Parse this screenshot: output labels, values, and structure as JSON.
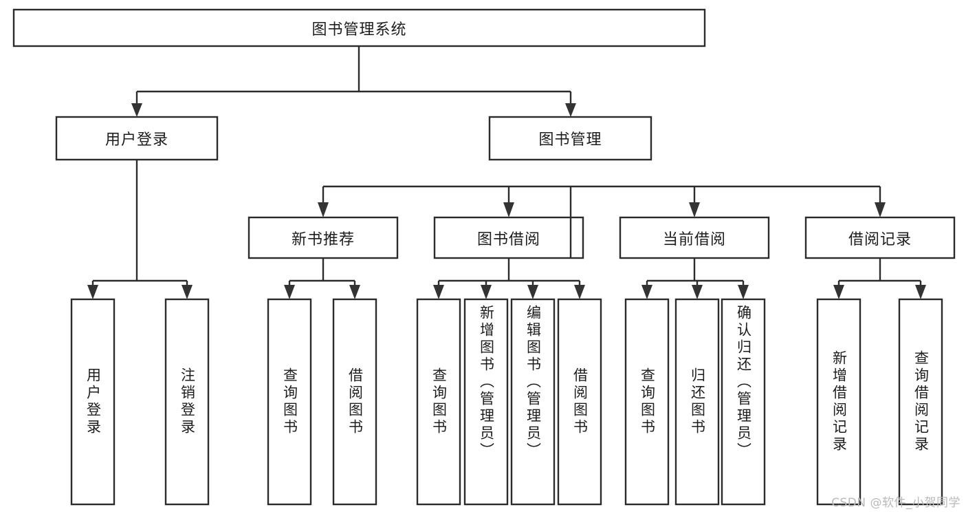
{
  "diagram": {
    "type": "tree-hierarchy-chart",
    "title": "图书管理系统",
    "orientation": "top-down",
    "box_fill": "#ffffff",
    "box_stroke": "#2b2b2b",
    "text_color": "#1d1d1d",
    "nodes": {
      "root": {
        "label": "图书管理系统",
        "level": 0,
        "orient": "horizontal"
      },
      "l1": [
        {
          "id": "user-login",
          "label": "用户登录",
          "level": 1,
          "orient": "horizontal"
        },
        {
          "id": "book-manage",
          "label": "图书管理",
          "level": 1,
          "orient": "horizontal"
        }
      ],
      "l2": [
        {
          "id": "new-book-recommend",
          "label": "新书推荐",
          "level": 2,
          "orient": "horizontal",
          "parent": "book-manage"
        },
        {
          "id": "book-borrow",
          "label": "图书借阅",
          "level": 2,
          "orient": "horizontal",
          "parent": "book-manage"
        },
        {
          "id": "current-borrow",
          "label": "当前借阅",
          "level": 2,
          "orient": "horizontal",
          "parent": "book-manage"
        },
        {
          "id": "borrow-record",
          "label": "借阅记录",
          "level": 2,
          "orient": "horizontal",
          "parent": "book-manage"
        }
      ],
      "leaves": [
        {
          "id": "leaf-user-login",
          "label": "用户登录",
          "parent": "user-login",
          "orient": "vertical"
        },
        {
          "id": "leaf-logout-login",
          "label": "注销登录",
          "parent": "user-login",
          "orient": "vertical"
        },
        {
          "id": "leaf-query-book-1",
          "label": "查询图书",
          "parent": "new-book-recommend",
          "orient": "vertical"
        },
        {
          "id": "leaf-borrow-book-1",
          "label": "借阅图书",
          "parent": "new-book-recommend",
          "orient": "vertical"
        },
        {
          "id": "leaf-query-book-2",
          "label": "查询图书",
          "parent": "book-borrow",
          "orient": "vertical"
        },
        {
          "id": "leaf-add-book",
          "label": "新增图书（管理员）",
          "parent": "book-borrow",
          "orient": "vertical"
        },
        {
          "id": "leaf-edit-book",
          "label": "编辑图书（管理员）",
          "parent": "book-borrow",
          "orient": "vertical"
        },
        {
          "id": "leaf-borrow-book-2",
          "label": "借阅图书",
          "parent": "book-borrow",
          "orient": "vertical"
        },
        {
          "id": "leaf-query-book-3",
          "label": "查询图书",
          "parent": "current-borrow",
          "orient": "vertical"
        },
        {
          "id": "leaf-return-book",
          "label": "归还图书",
          "parent": "current-borrow",
          "orient": "vertical"
        },
        {
          "id": "leaf-confirm-return",
          "label": "确认归还（管理员）",
          "parent": "current-borrow",
          "orient": "vertical"
        },
        {
          "id": "leaf-add-record",
          "label": "新增借阅记录",
          "parent": "borrow-record",
          "orient": "vertical"
        },
        {
          "id": "leaf-query-record",
          "label": "查询借阅记录",
          "parent": "borrow-record",
          "orient": "vertical"
        }
      ]
    }
  },
  "watermark": {
    "text": "CSDN @软件_小贺同学"
  }
}
